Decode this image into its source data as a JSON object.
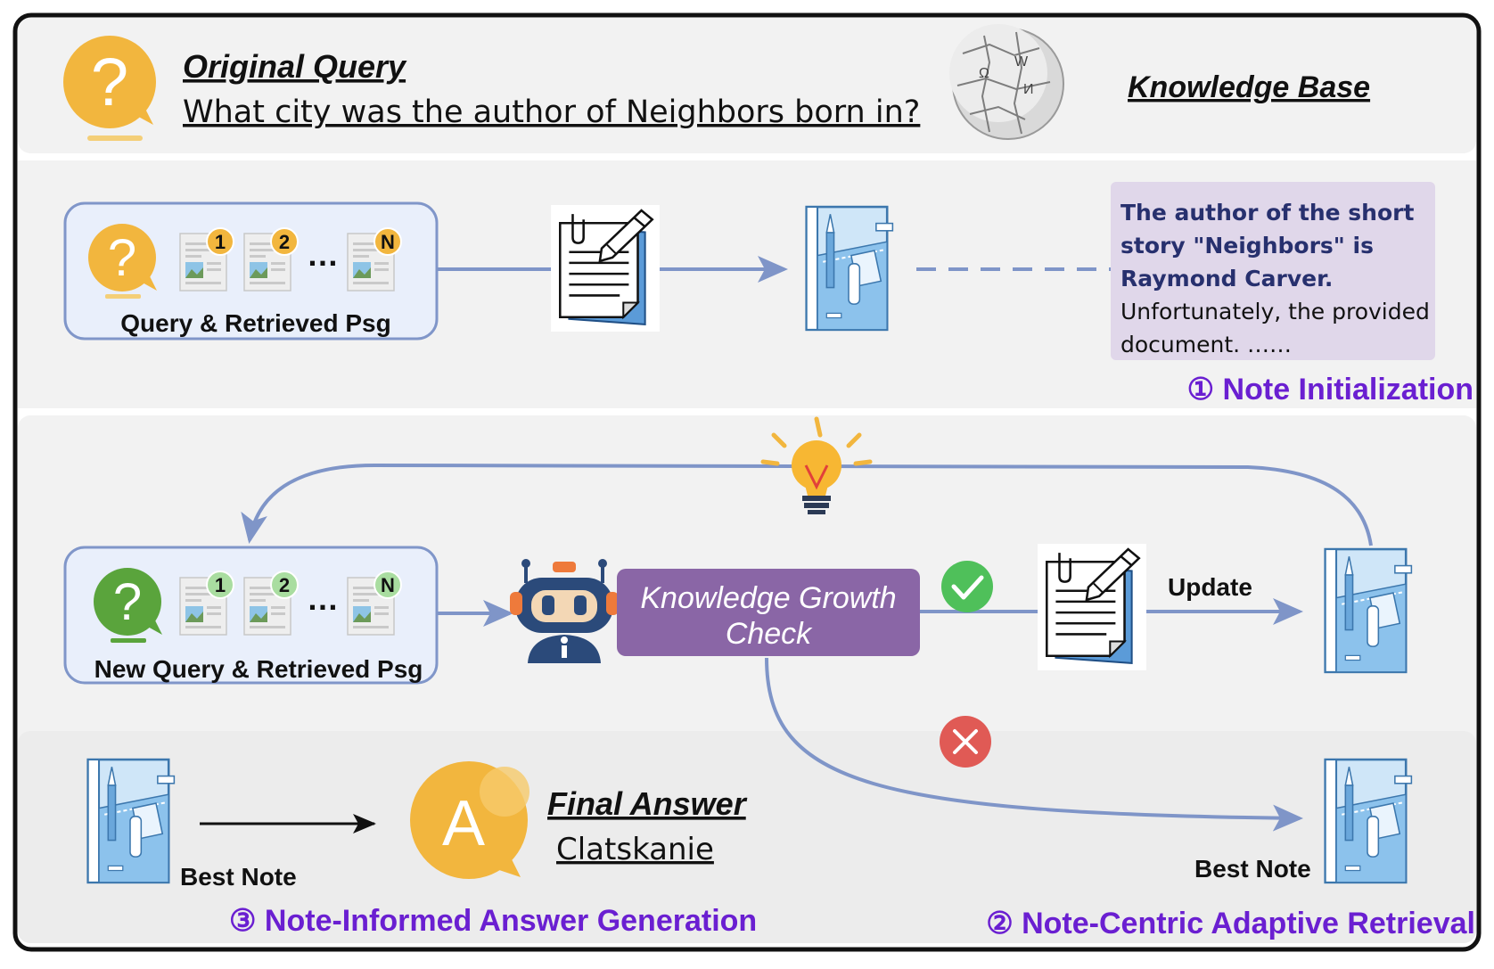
{
  "colors": {
    "band": "#f2f2f2",
    "frame": "#111111",
    "box_fill": "#e9effb",
    "box_stroke": "#8096c9",
    "arrow": "#7f95c8",
    "purple_text": "#6a1fd1",
    "check_box": "#8a66a6",
    "note_bg": "#e0d7ea",
    "note_text": "#27306e",
    "q_yellow": "#f2b63e",
    "q_green": "#5aa43c",
    "ok_green": "#4fc05a",
    "bad_red": "#e05a55"
  },
  "query": {
    "title": "Original Query",
    "text": "What city was the author of Neighbors born in?",
    "kb_label": "Knowledge Base"
  },
  "step1": {
    "box_label": "Query & Retrieved Psg",
    "badges": [
      "1",
      "2",
      "N"
    ],
    "ellipsis": "…",
    "note_bold_lines": [
      "The author of the short",
      "story \"Neighbors\" is",
      "Raymond Carver."
    ],
    "note_plain_lines": [
      "Unfortunately, the provided",
      "document. ……"
    ],
    "caption": "① Note Initialization"
  },
  "step2": {
    "box_label": "New Query & Retrieved Psg",
    "badges": [
      "1",
      "2",
      "N"
    ],
    "ellipsis": "…",
    "check_lines": [
      "Knowledge Growth",
      "Check"
    ],
    "update_label": "Update",
    "best_note_label": "Best Note",
    "caption": "② Note-Centric Adaptive Retrieval"
  },
  "step3": {
    "best_note_label": "Best Note",
    "answer_title": "Final Answer",
    "answer_text": "Clatskanie",
    "answer_letter": "A",
    "caption": "③ Note-Informed Answer Generation"
  },
  "icons": {
    "question_mark": "?"
  }
}
